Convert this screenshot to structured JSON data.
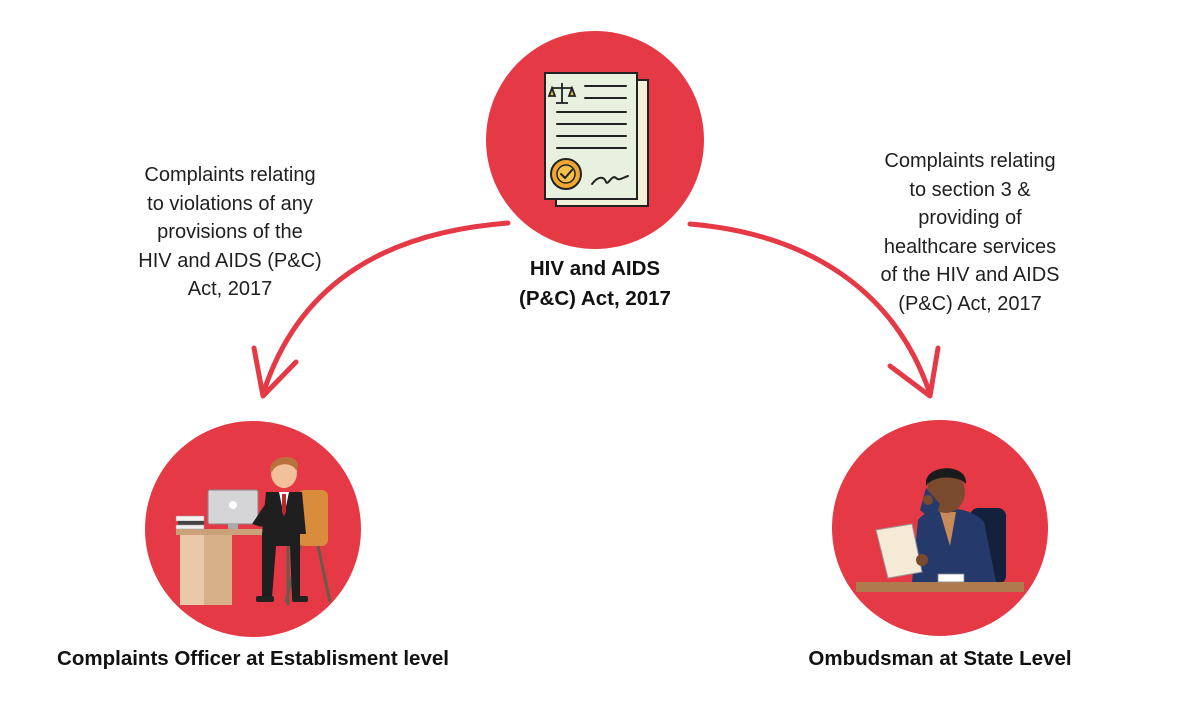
{
  "colors": {
    "circle": "#e63946",
    "arrow": "#e63946",
    "document_paper": "#e8f1df",
    "seal": "#f0a630"
  },
  "center_node": {
    "title": "HIV and AIDS\n(P&C) Act, 2017",
    "icon": "legal-document-icon"
  },
  "left_edge": {
    "annotation": "Complaints relating\nto violations of any\nprovisions of the\nHIV and AIDS (P&C)\nAct, 2017"
  },
  "right_edge": {
    "annotation": "Complaints relating\nto section 3 &\nproviding of\nhealthcare services\nof the HIV and AIDS\n(P&C) Act, 2017"
  },
  "left_node": {
    "title": "Complaints Officer at Establisment level",
    "icon": "office-worker-at-desk-icon"
  },
  "right_node": {
    "title": "Ombudsman at State Level",
    "icon": "ombudsman-on-phone-icon"
  }
}
